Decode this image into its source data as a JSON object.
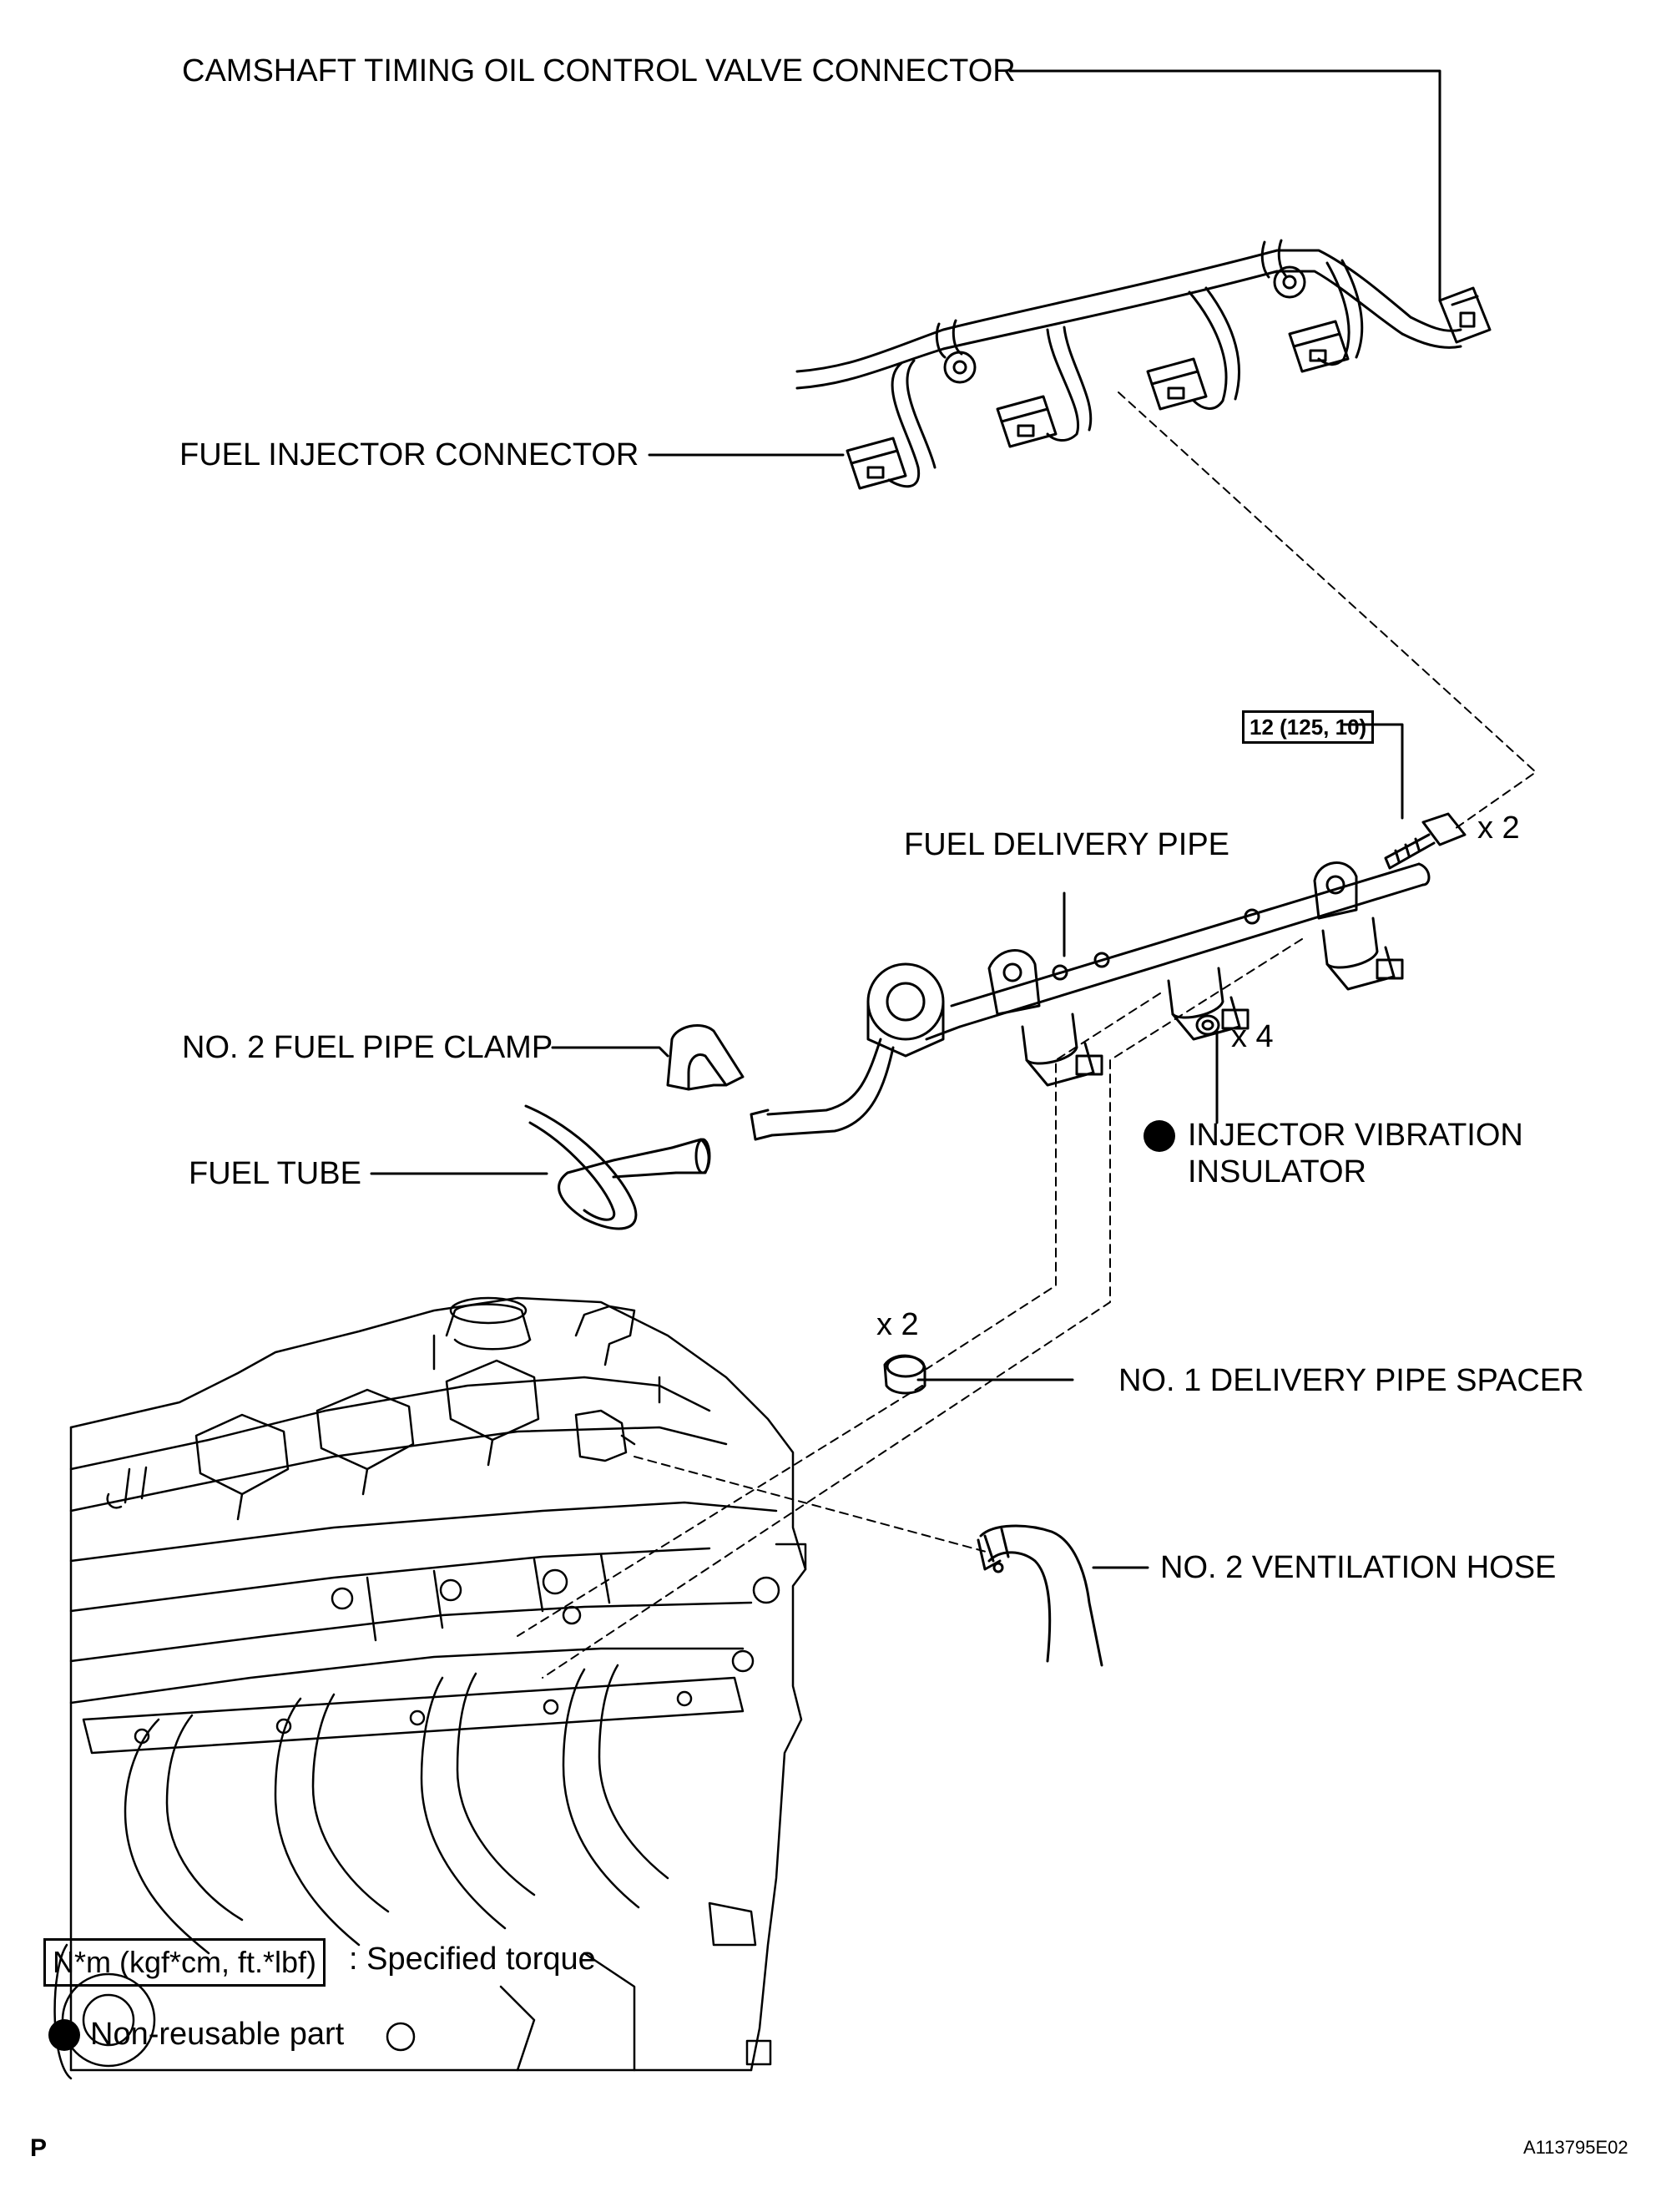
{
  "labels": {
    "camshaft_connector": "CAMSHAFT TIMING OIL CONTROL VALVE CONNECTOR",
    "fuel_injector_connector": "FUEL INJECTOR CONNECTOR",
    "fuel_delivery_pipe": "FUEL DELIVERY PIPE",
    "fuel_pipe_clamp": "NO. 2 FUEL PIPE CLAMP",
    "fuel_tube": "FUEL TUBE",
    "injector_insulator_line1": "INJECTOR VIBRATION",
    "injector_insulator_line2": "INSULATOR",
    "delivery_pipe_spacer": "NO. 1 DELIVERY PIPE SPACER",
    "ventilation_hose": "NO. 2 VENTILATION HOSE"
  },
  "torque": {
    "bolt": "12 (125, 10)"
  },
  "quantities": {
    "bolt": "x 2",
    "insulator": "x 4",
    "spacer": "x 2"
  },
  "legend": {
    "torque_box": "N*m (kgf*cm, ft.*lbf)",
    "torque_text": ": Specified torque",
    "nonreusable_text": "Non-reusable part"
  },
  "footer": {
    "page_letter": "P",
    "figure_id": "A113795E02"
  },
  "icons": {
    "nonreusable": "filled-black-circle-icon"
  }
}
